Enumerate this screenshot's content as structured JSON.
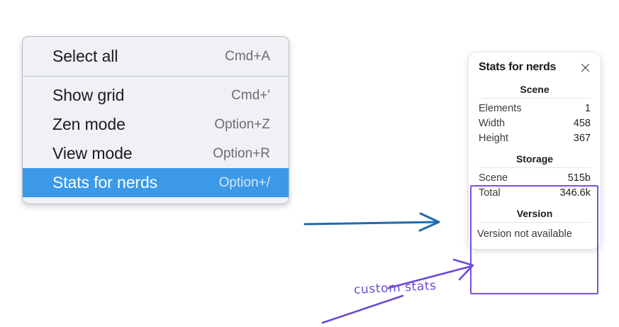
{
  "menu": {
    "name": "context-menu",
    "groups": [
      {
        "items": [
          {
            "label": "Select all",
            "shortcut": "Cmd+A",
            "selected": false
          }
        ]
      },
      {
        "items": [
          {
            "label": "Show grid",
            "shortcut": "Cmd+'",
            "selected": false
          },
          {
            "label": "Zen mode",
            "shortcut": "Option+Z",
            "selected": false
          },
          {
            "label": "View mode",
            "shortcut": "Option+R",
            "selected": false
          },
          {
            "label": "Stats for nerds",
            "shortcut": "Option+/",
            "selected": true
          }
        ]
      }
    ]
  },
  "stats_panel": {
    "title": "Stats for nerds",
    "close_icon": "close-icon",
    "sections": [
      {
        "heading": "Scene",
        "rows": [
          {
            "key": "Elements",
            "value": "1"
          },
          {
            "key": "Width",
            "value": "458"
          },
          {
            "key": "Height",
            "value": "367"
          }
        ]
      },
      {
        "heading": "Storage",
        "rows": [
          {
            "key": "Scene",
            "value": "515b"
          },
          {
            "key": "Total",
            "value": "346.6k"
          }
        ]
      },
      {
        "heading": "Version",
        "text": "Version not available"
      }
    ]
  },
  "annotations": {
    "custom_stats_label": "custom stats",
    "blue_arrow": "arrow-right-icon",
    "purple_arrow": "arrow-up-right-icon",
    "purple_stroke": "underline-stroke-icon"
  },
  "colors": {
    "menu_background": "#eff1f4",
    "menu_selection": "#3b99e8",
    "menu_selection_text": "#ffffff",
    "shortcut_text": "#6d6d72",
    "panel_background": "#ffffff",
    "highlight_purple": "#7b4fe0",
    "annotation_purple": "#6c4ad6",
    "blue_arrow": "#1f6bb0"
  }
}
